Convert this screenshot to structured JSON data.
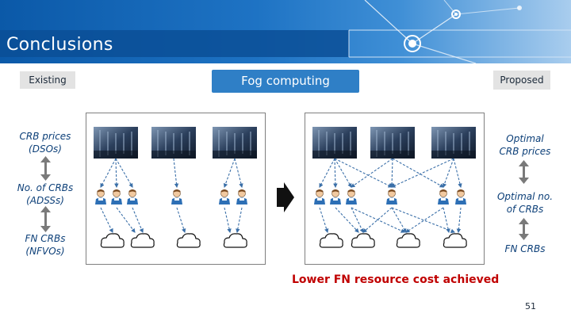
{
  "slide": {
    "title": "Conclusions",
    "page_number": "51"
  },
  "tags": {
    "existing": "Existing",
    "fog_computing": "Fog computing",
    "proposed": "Proposed"
  },
  "left_labels": {
    "crb_prices": "CRB prices",
    "crb_prices_role": "(DSOs)",
    "no_of_crbs": "No. of CRBs",
    "no_of_crbs_role": "(ADSSs)",
    "fn_crbs": "FN CRBs",
    "fn_crbs_role": "(NFVOs)"
  },
  "right_labels": {
    "optimal_crb_prices_1": "Optimal",
    "optimal_crb_prices_2": "CRB prices",
    "optimal_no_crbs_1": "Optimal no.",
    "optimal_no_crbs_2": "of CRBs",
    "fn_crbs": "FN CRBs"
  },
  "result_text": "Lower FN resource cost achieved",
  "icons": [
    "server-rack-icon",
    "user-icon",
    "cloud-icon",
    "double-arrow-icon",
    "right-arrow-icon"
  ],
  "colors": {
    "header_blue": "#0b59a8",
    "fog_tag": "#2f7fc6",
    "label_text": "#0c3f78",
    "result_red": "#c00000",
    "dashed_link": "#3a6fa8"
  }
}
